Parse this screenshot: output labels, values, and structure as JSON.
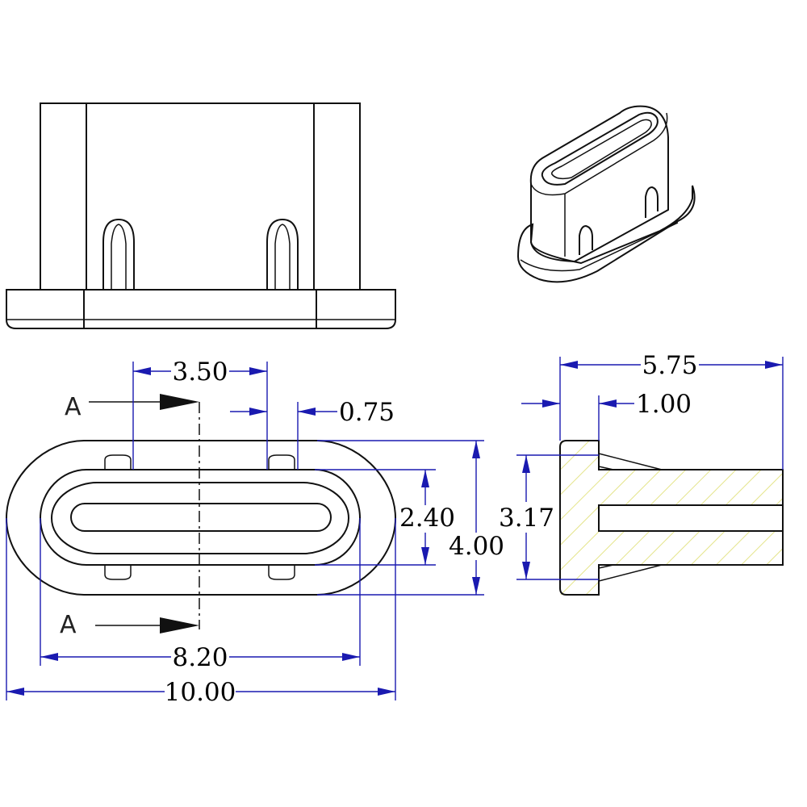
{
  "dimensions": {
    "top_pitch": "3.50",
    "rib_width": "0.75",
    "slot_height": "2.40",
    "overall_height": "4.00",
    "body_width": "8.20",
    "overall_width": "10.00",
    "depth": "5.75",
    "flange_thickness": "1.00",
    "body_height": "3.17"
  },
  "section_labels": {
    "upper": "A",
    "lower": "A"
  },
  "colors": {
    "outline": "#111111",
    "dimension": "#1a1ab0",
    "hatch": "#e4e48a"
  }
}
